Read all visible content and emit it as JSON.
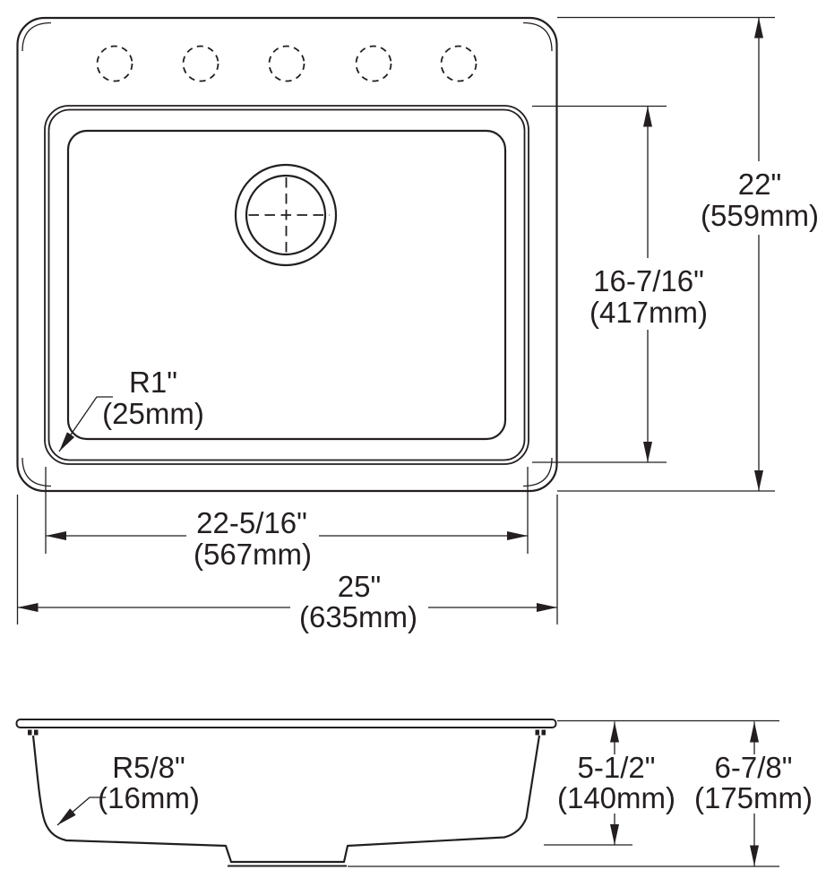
{
  "drawing": {
    "type": "sink installation technical drawing",
    "views": {
      "top_view": "plan view with five faucet holes, bowl and rear drain",
      "side_view": "front section profile with drain recess"
    },
    "line_color": "#231f20",
    "background_color": "#ffffff",
    "faucet_hole_count": 5
  },
  "dimensions": {
    "overall_width": {
      "inches": "25\"",
      "metric": "(635mm)"
    },
    "bowl_width": {
      "inches": "22-5/16\"",
      "metric": "(567mm)"
    },
    "overall_front_to_back": {
      "inches": "22\"",
      "metric": "(559mm)"
    },
    "bowl_front_to_back": {
      "inches": "16-7/16\"",
      "metric": "(417mm)"
    },
    "bowl_corner_radius": {
      "inches": "R1\"",
      "metric": "(25mm)"
    },
    "bottom_corner_radius": {
      "inches": "R5/8\"",
      "metric": "(16mm)"
    },
    "bowl_depth": {
      "inches": "5-1/2\"",
      "metric": "(140mm)"
    },
    "overall_height": {
      "inches": "6-7/8\"",
      "metric": "(175mm)"
    }
  }
}
